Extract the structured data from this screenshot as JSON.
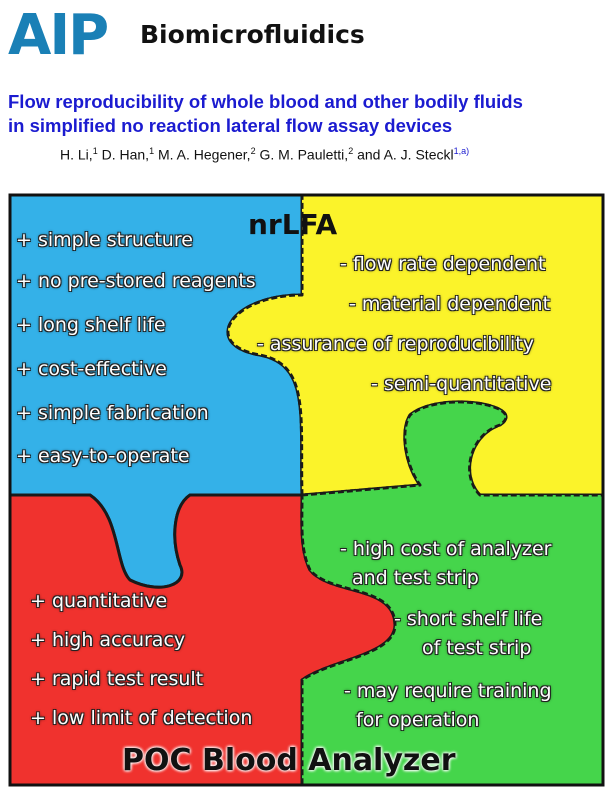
{
  "header": {
    "logo": "AIP",
    "journal": "Biomicrofluidics"
  },
  "paper": {
    "title_line1": "Flow reproducibility of whole blood and other bodily fluids",
    "title_line2": "in simplified no reaction lateral flow assay devices",
    "authors": [
      {
        "name": "H. Li,",
        "aff": "1"
      },
      {
        "name": "D. Han,",
        "aff": "1"
      },
      {
        "name": "M. A. Hegener,",
        "aff": "2"
      },
      {
        "name": "G. M. Pauletti,",
        "aff": "2"
      },
      {
        "name": "and A. J. Steckl",
        "aff": "1,a)"
      }
    ]
  },
  "colors": {
    "blue": "#34b1e8",
    "yellow": "#fbf32a",
    "red": "#f0322e",
    "green": "#45d54b",
    "title": "#1b1bd0"
  },
  "figure": {
    "nrlfa_label": "nrLFA",
    "poc_label": "POC Blood Analyzer",
    "nrlfa_pros": [
      "+ simple structure",
      "+ no pre-stored reagents",
      "+ long shelf life",
      "+ cost-effective",
      "+ simple fabrication",
      "+ easy-to-operate"
    ],
    "nrlfa_cons": [
      "- flow rate dependent",
      "- material dependent",
      "- assurance of reproducibility",
      "- semi-quantitative"
    ],
    "poc_pros": [
      "+ quantitative",
      "+ high accuracy",
      "+ rapid test result",
      "+ low limit of detection"
    ],
    "poc_cons": [
      "- high cost of analyzer",
      "and test strip",
      "- short shelf life",
      "of test strip",
      "- may require training",
      "for operation"
    ]
  }
}
